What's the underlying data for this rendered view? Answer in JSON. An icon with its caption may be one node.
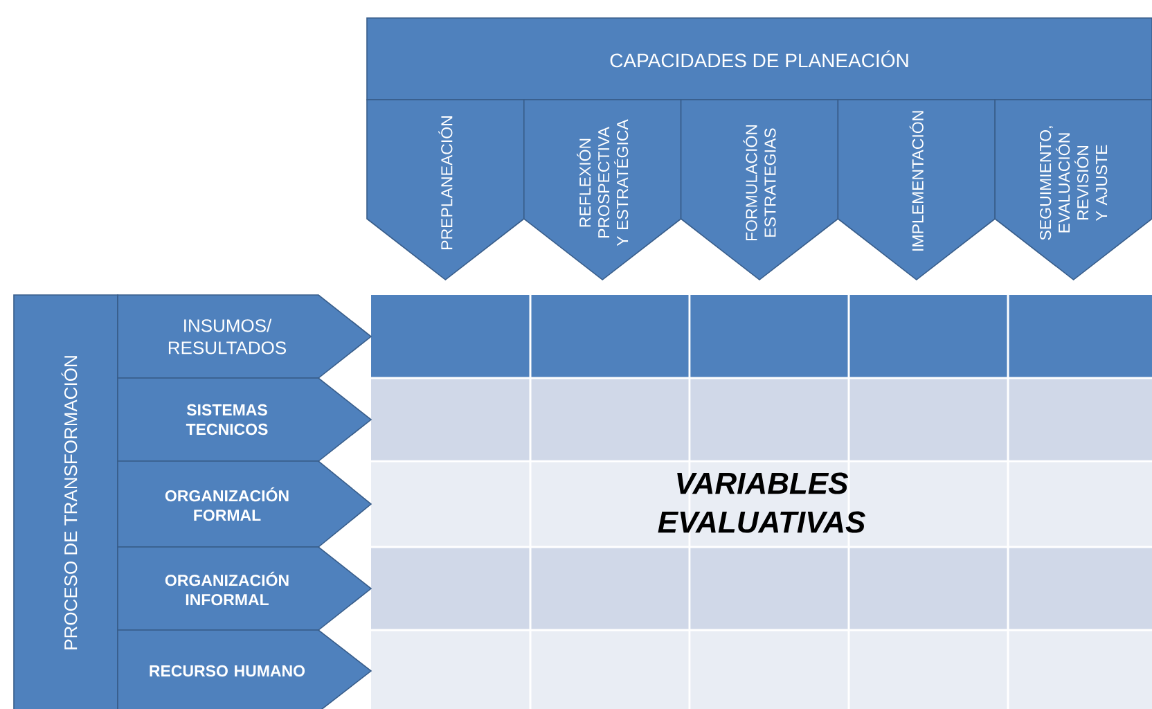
{
  "diagram": {
    "nodes": [
      {
        "text": [
          "CAPACIDADES DE PLANEACIÓN"
        ]
      },
      {
        "text": [
          "PREPLANEACIÓN"
        ]
      },
      {
        "text": [
          "REFLEXIÓN PROSPECTIVA Y ESTRATÉGICA"
        ]
      },
      {
        "text": [
          "FORMULACIÓN ESTRATEGIAS"
        ]
      },
      {
        "text": [
          "IMPLEMENTACIÓN"
        ]
      },
      {
        "text": [
          "SEGUIMIENTO, EVALUACIÓN REVISIÓN Y AJUSTE"
        ]
      },
      {
        "text": [
          "PROCESO DE TRANSFORMACIÓN"
        ]
      },
      {
        "text": [
          "INSUMOS/ RESULTADOS"
        ]
      },
      {
        "text": [
          "SISTEMAS TECNICOS"
        ]
      },
      {
        "text": [
          "ORGANIZACIÓN FORMAL"
        ]
      },
      {
        "text": [
          "ORGANIZACIÓN INFORMAL"
        ]
      },
      {
        "text": [
          "RECURSO HUMANO"
        ]
      }
    ],
    "labels": [
      "VARIABLES EVALUATIVAS"
    ]
  }
}
